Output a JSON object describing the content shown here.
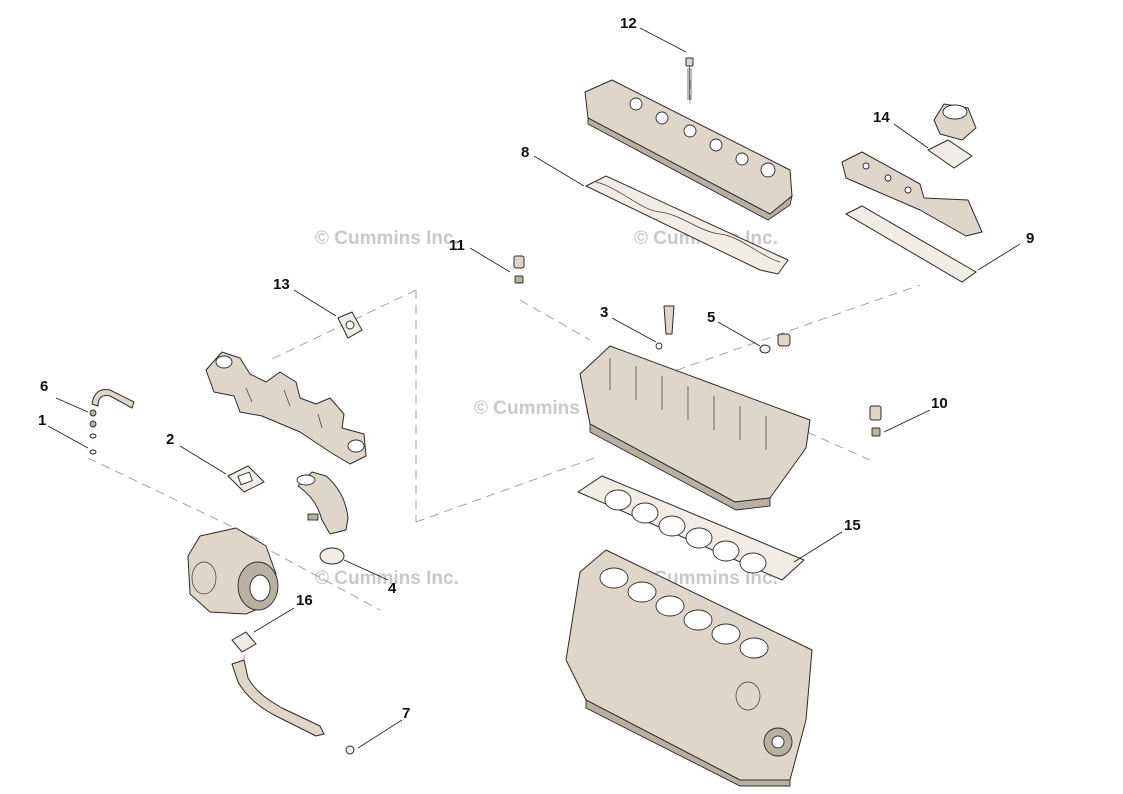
{
  "watermark_text": "© Cummins Inc.",
  "callouts": {
    "c1": "1",
    "c2": "2",
    "c3": "3",
    "c4": "4",
    "c5": "5",
    "c6": "6",
    "c7": "7",
    "c8": "8",
    "c9": "9",
    "c10": "10",
    "c11": "11",
    "c12": "12",
    "c13": "13",
    "c14": "14",
    "c15": "15",
    "c16": "16"
  },
  "colors": {
    "part_fill": "#ddd6c9",
    "outline": "#2b2b2b",
    "watermark": "#c9c9c9",
    "background": "#ffffff"
  }
}
